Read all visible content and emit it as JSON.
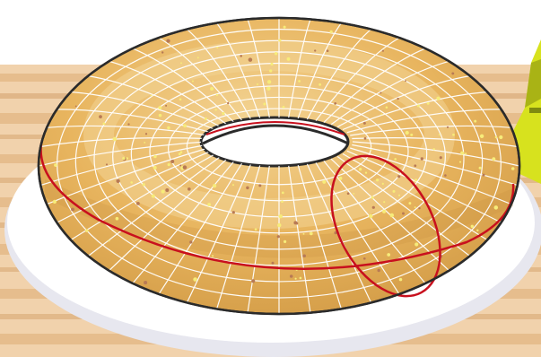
{
  "scene": {
    "subject": "torus-donut",
    "colors": {
      "background": "#ffffff",
      "wood_light": "#f1d2ac",
      "wood_mid": "#e6bd8d",
      "wood_dark": "#d6a470",
      "plate": "#ffffff",
      "plate_shadow": "#e7e7ef",
      "dough": "#e8b55f",
      "dough_highlight": "#f3d494",
      "dough_shadow": "#c9913f",
      "outline": "#2b2b2b",
      "grid_lines": "#ffffff",
      "accent_circles": "#c8101e",
      "sprinkle_yellow": "#f7ec7a",
      "sprinkle_brown": "#b87a55",
      "flag": "#d7e21e",
      "flag_shadow": "#a9b315"
    },
    "elements": [
      "wood-table",
      "white-plate",
      "torus-donut",
      "mesh-grid",
      "red-meridian-circle",
      "red-equator-circle",
      "yellow-flag"
    ]
  }
}
